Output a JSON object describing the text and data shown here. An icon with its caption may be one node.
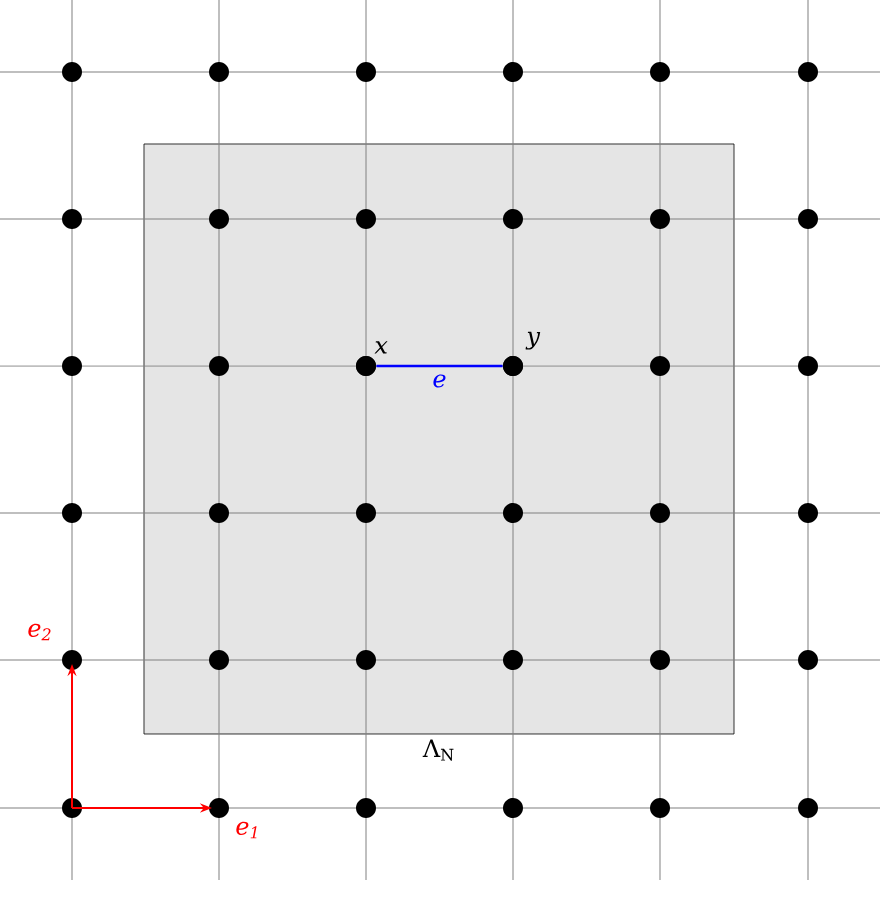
{
  "diagram": {
    "nodes": [
      {
        "text": [
          "Λ$_{N}$"
        ]
      },
      {
        "text": [],
        "shape": "circle",
        "beside": [
          "x"
        ],
        "in": 0
      },
      {
        "text": [],
        "shape": "circle",
        "beside": [
          "y"
        ],
        "in": 0
      }
    ],
    "edges": [
      {
        "from": 1,
        "to": 2,
        "arrow": "none",
        "label": "e",
        "color": "#0000ff"
      }
    ],
    "labels": [
      "e$_{2}$",
      "e$_{1}$"
    ]
  }
}
